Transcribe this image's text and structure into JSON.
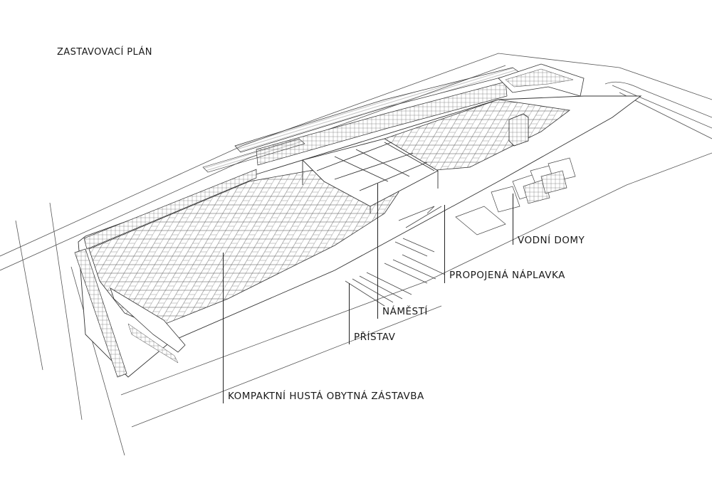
{
  "title": "ZASTAVOVACÍ PLÁN",
  "labels": {
    "vodni_domy": "VODNÍ DOMY",
    "propojena_naplavka": "PROPOJENÁ NÁPLAVKA",
    "namesti": "NÁMĚSTÍ",
    "pristav": "PŘÍSTAV",
    "kompaktni_zastavba": "KOMPAKTNÍ HUSTÁ OBYTNÁ ZÁSTAVBA"
  },
  "colors": {
    "line": "#333333",
    "text": "#1a1a1a",
    "background": "#ffffff"
  }
}
